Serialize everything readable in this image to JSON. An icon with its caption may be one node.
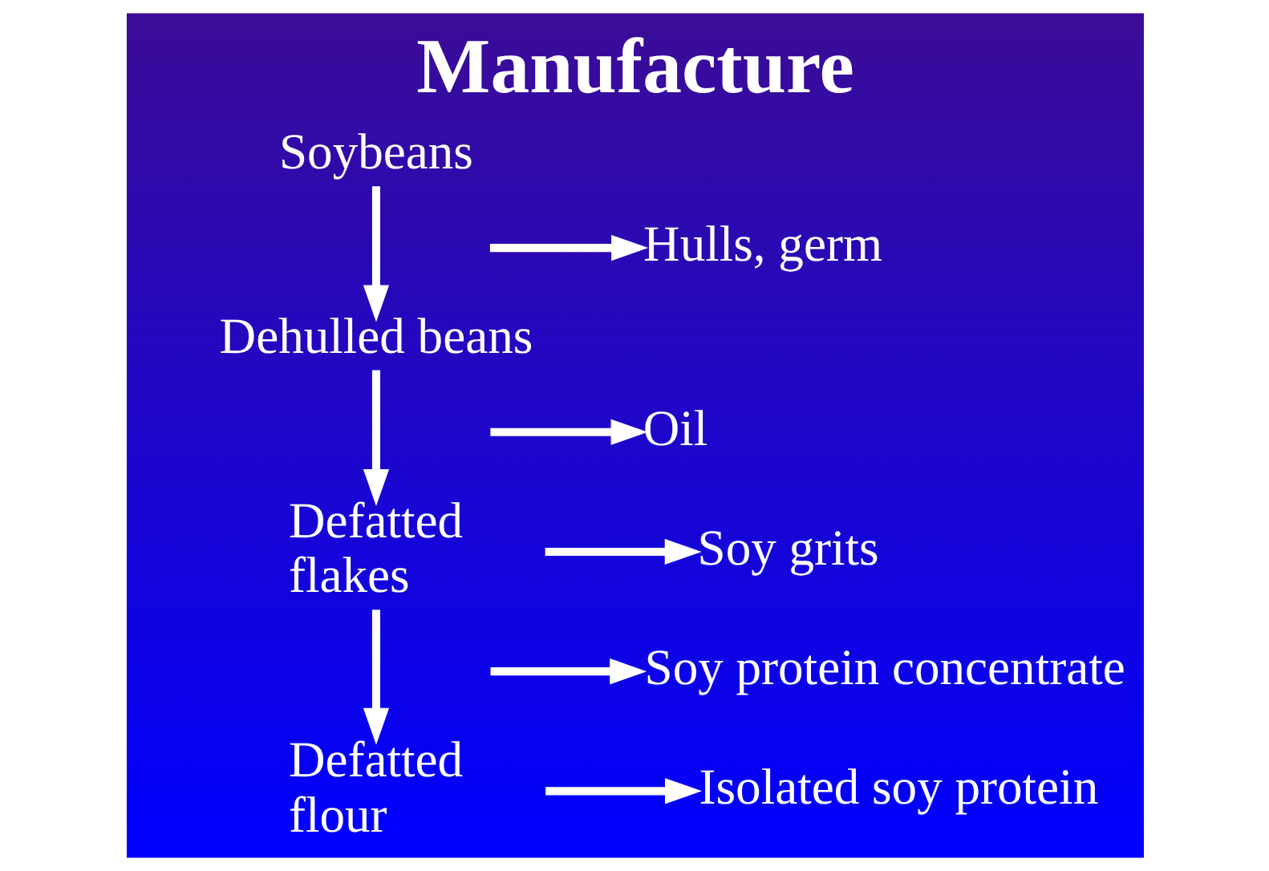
{
  "diagram": {
    "title": "Manufacture",
    "nodes": [
      {
        "text": [
          "Soybeans"
        ]
      },
      {
        "text": [
          "Hulls, germ"
        ]
      },
      {
        "text": [
          "Dehulled beans"
        ]
      },
      {
        "text": [
          "Oil"
        ]
      },
      {
        "text": [
          "Defatted flakes"
        ]
      },
      {
        "text": [
          "Soy grits"
        ]
      },
      {
        "text": [
          "Soy protein concentrate"
        ]
      },
      {
        "text": [
          "Isolated soy protein"
        ]
      },
      {
        "text": [
          "Defatted flour"
        ]
      }
    ],
    "edges": [
      {
        "from": 0,
        "to": 2,
        "arrow": "to"
      },
      {
        "from": null,
        "to": 1,
        "arrow": "to"
      },
      {
        "from": 2,
        "to": 4,
        "arrow": "to"
      },
      {
        "from": null,
        "to": 3,
        "arrow": "to"
      },
      {
        "from": 4,
        "to": 8,
        "arrow": "to"
      },
      {
        "from": null,
        "to": 5,
        "arrow": "to"
      },
      {
        "from": null,
        "to": 6,
        "arrow": "to"
      },
      {
        "from": null,
        "to": 7,
        "arrow": "to"
      }
    ]
  }
}
